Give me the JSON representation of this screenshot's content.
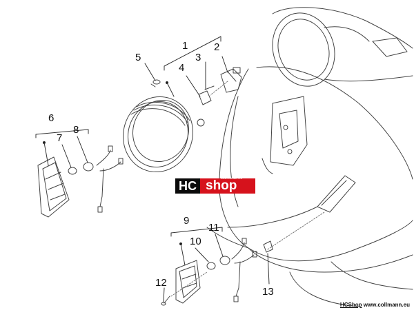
{
  "callouts": [
    "1",
    "2",
    "3",
    "4",
    "5",
    "6",
    "7",
    "8",
    "9",
    "10",
    "11",
    "12",
    "13"
  ],
  "logo": {
    "left": "HC",
    "right": "shop",
    "sub": "www.collmann.eu"
  },
  "footer": {
    "brand": "HCShop",
    "site": "www.collmann.eu"
  },
  "colors": {
    "line": "#3a3a3a",
    "logo_red": "#d6121c",
    "logo_black": "#0a0a0a"
  }
}
